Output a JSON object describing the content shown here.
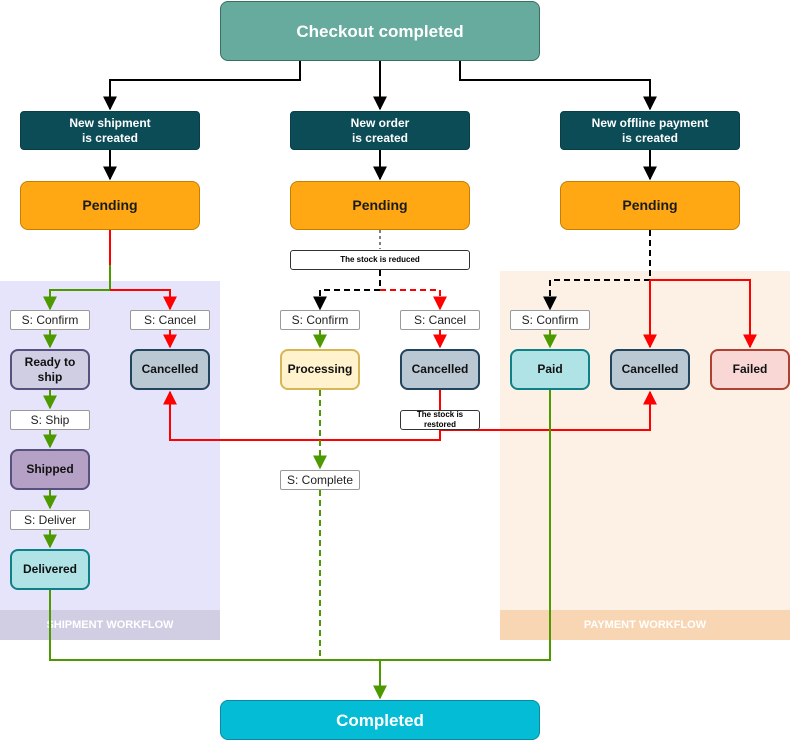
{
  "colors": {
    "checkout": "#67ab9f",
    "completed": "#04bcd6",
    "pending": "#ffa814",
    "ready_to_ship": "#d0cee2",
    "shipped": "#b5a1c6",
    "delivered": "#b0e3e6",
    "cancelled": "#bac8d3",
    "processing": "#fff2cc",
    "paid": "#b0e3e6",
    "failed": "#f9d7d5",
    "shipment_lane": "#e6e4fa",
    "shipment_lane_label": "#d1cee3",
    "payment_lane": "#fdf1e6",
    "payment_lane_label": "#f9d6b3"
  },
  "top": {
    "checkout": "Checkout completed",
    "completed": "Completed"
  },
  "events": {
    "shipment": "New shipment\nis created",
    "order": "New order\nis created",
    "payment": "New offline payment\nis created"
  },
  "pending": {
    "shipment": "Pending",
    "order": "Pending",
    "payment": "Pending"
  },
  "lanes": {
    "shipment": "SHIPMENT WORKFLOW",
    "payment": "PAYMENT WORKFLOW"
  },
  "shipment": {
    "confirm": "S: Confirm",
    "cancel": "S: Cancel",
    "ready_to_ship": "Ready to\nship",
    "cancelled": "Cancelled",
    "ship": "S: Ship",
    "shipped": "Shipped",
    "deliver": "S: Deliver",
    "delivered": "Delivered"
  },
  "order": {
    "stock_reduced": "The stock is reduced",
    "confirm": "S: Confirm",
    "cancel": "S: Cancel",
    "processing": "Processing",
    "cancelled": "Cancelled",
    "stock_restored": "The stock is\nrestored",
    "complete": "S: Complete"
  },
  "payment": {
    "confirm": "S: Confirm",
    "paid": "Paid",
    "cancelled": "Cancelled",
    "failed": "Failed"
  }
}
